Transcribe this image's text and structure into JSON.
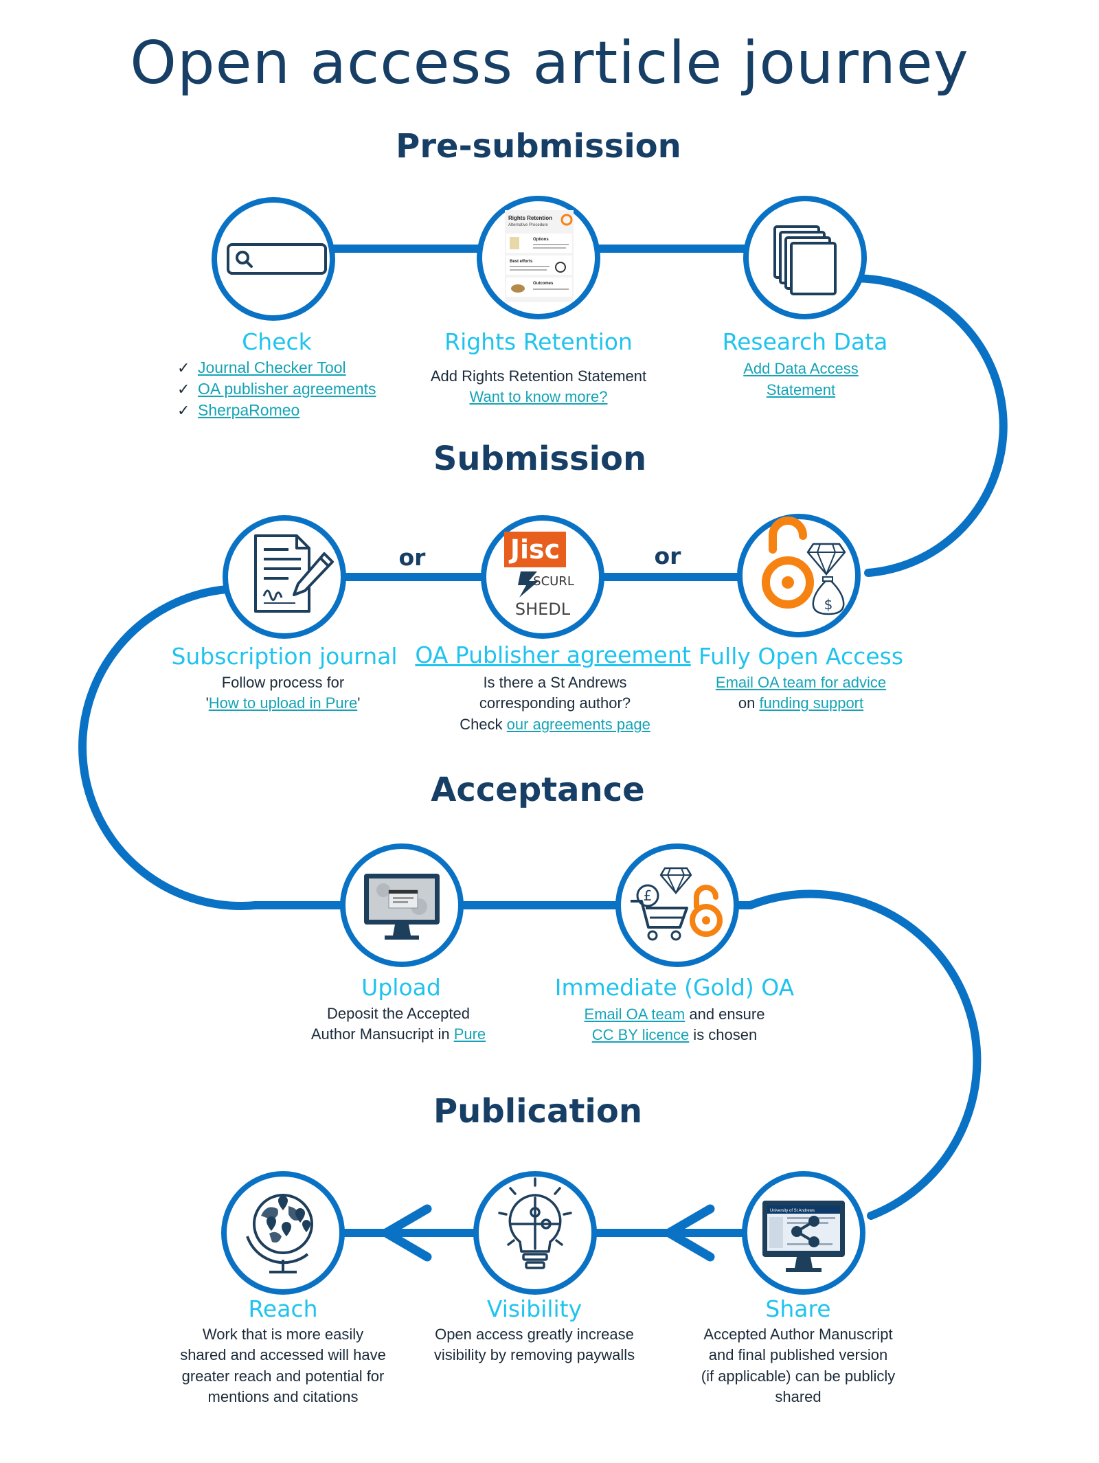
{
  "title": "Open access article journey",
  "stages": {
    "pre_submission": "Pre-submission",
    "submission": "Submission",
    "acceptance": "Acceptance",
    "publication": "Publication"
  },
  "connectors": {
    "or1": "or",
    "or2": "or"
  },
  "check": {
    "title": "Check",
    "tick": "✓",
    "links": [
      "Journal Checker Tool",
      "OA publisher agreements",
      "SherpaRomeo"
    ]
  },
  "rights_retention": {
    "title": "Rights Retention",
    "line1": "Add Rights Retention Statement",
    "link": "Want to know more?",
    "thumb": {
      "heading": "Rights Retention",
      "sub": "Alternative Procedure",
      "sections": [
        "Options",
        "Best efforts",
        "Outcomes"
      ]
    }
  },
  "research_data": {
    "title": "Research Data",
    "link1": "Add Data Access",
    "link2": "Statement"
  },
  "subscription": {
    "title": "Subscription journal",
    "line1": "Follow process for",
    "q1": "'",
    "link": "How to upload in Pure",
    "q2": "'"
  },
  "oa_agreement": {
    "title": "OA Publisher agreement",
    "line1": "Is there a St Andrews",
    "line2": "corresponding author?",
    "check": "Check ",
    "link": "our agreements page",
    "logos": {
      "jisc": "Jisc",
      "scurl": "SCURL",
      "shedl": "SHEDL"
    }
  },
  "fully_oa": {
    "title": "Fully Open Access",
    "link1": "Email OA team for advice",
    "on": "on ",
    "link2": "funding support"
  },
  "upload": {
    "title": "Upload",
    "line1": "Deposit the Accepted",
    "line2": "Author Mansucript in ",
    "link": "Pure"
  },
  "gold_oa": {
    "title": "Immediate (Gold) OA",
    "link1": "Email OA team",
    "text1": " and ensure",
    "link2": "CC BY licence",
    "text2": " is chosen"
  },
  "share": {
    "title": "Share",
    "lines": [
      "Accepted Author Manuscript",
      "and final published version",
      "(if applicable) can be publicly",
      "shared"
    ],
    "screen_header": "University of St Andrews"
  },
  "visibility": {
    "title": "Visibility",
    "lines": [
      "Open access greatly increase",
      "visibility by removing paywalls"
    ]
  },
  "reach": {
    "title": "Reach",
    "lines": [
      "Work that is more easily",
      "shared and accessed will have",
      "greater reach and potential for",
      "mentions and citations"
    ]
  },
  "icons": {
    "check": "search-bar-icon",
    "rights": "rights-retention-document-thumbnail",
    "data": "stacked-files-icon",
    "subscription": "signed-contract-icon",
    "agreement": "jisc-scurl-shedl-logos",
    "fully_oa": "open-access-lock-diamond-money-icon",
    "upload": "monitor-upload-icon",
    "gold": "cart-pound-diamond-open-access-icon",
    "share": "monitor-share-icon",
    "visibility": "lightbulb-puzzle-icon",
    "reach": "globe-location-pins-icon"
  },
  "colors": {
    "navy": "#173f66",
    "path_blue": "#0a72c4",
    "step_cyan": "#1fc3ee",
    "link_teal": "#14a3b6",
    "icon_navy": "#1e3f5c",
    "oa_orange": "#f68212",
    "jisc_orange": "#e85e1d"
  }
}
